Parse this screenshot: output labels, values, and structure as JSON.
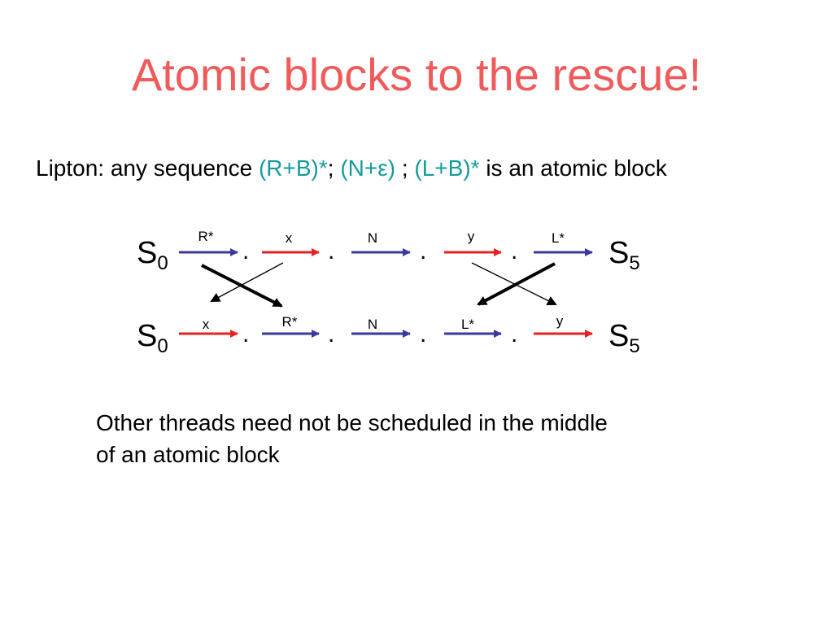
{
  "title": "Atomic blocks to the rescue!",
  "lipton": {
    "prefix": "Lipton: any sequence ",
    "expr1": "(R+B)*",
    "sep1": "; ",
    "expr2": "(N+ε)",
    "sep2": " ; ",
    "expr3": "(L+B)*",
    "suffix": " is an atomic block"
  },
  "diagram": {
    "state_letter": "S",
    "start_index": "0",
    "end_index": "5",
    "dot": ".",
    "top_row_labels": [
      "R*",
      "x",
      "N",
      "y",
      "L*"
    ],
    "bottom_row_labels": [
      "x",
      "R*",
      "N",
      "L*",
      "y"
    ],
    "colors": {
      "blue_arrow": "#3a3a9e",
      "red_arrow": "#e32222",
      "title": "#f05a5a",
      "teal_text": "#179a9a"
    }
  },
  "footer": {
    "line1": "Other threads need not be scheduled in the middle",
    "line2": "of an atomic block"
  }
}
